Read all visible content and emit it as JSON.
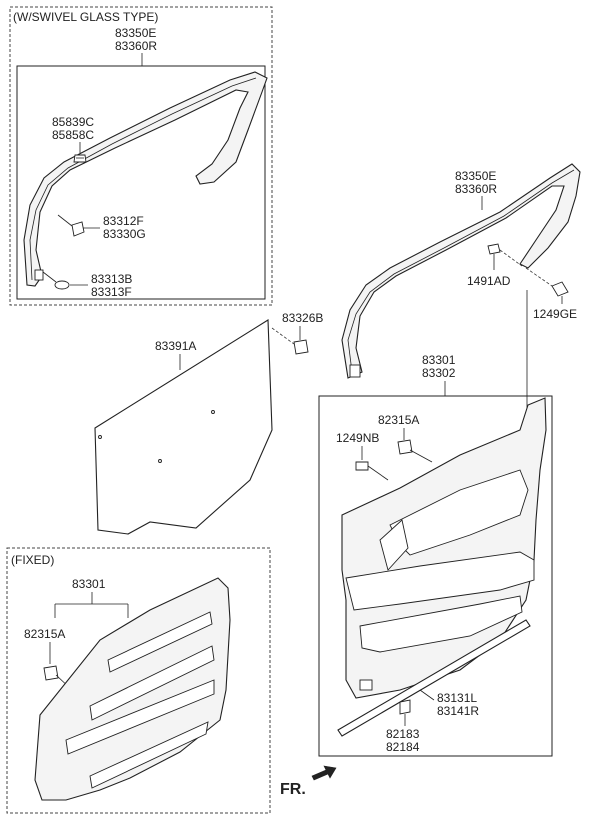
{
  "groups": {
    "swivel_header": "(W/SWIVEL GLASS TYPE)",
    "fixed_header": "(FIXED)"
  },
  "labels": {
    "swivel_molding_a": "83350E",
    "swivel_molding_b": "83360R",
    "clip_a": "85839C",
    "clip_b": "85858C",
    "fastener_a": "83312F",
    "fastener_b": "83330G",
    "grommet_a": "83313B",
    "grommet_b": "83313F",
    "main_molding_a": "83350E",
    "main_molding_b": "83360R",
    "nut": "1491AD",
    "screw": "1249GE",
    "cap": "83326B",
    "glass": "83391A",
    "trim_a": "83301",
    "trim_b": "83302",
    "trim_clip": "82315A",
    "bolt": "1249NB",
    "weatherstrip_a": "83131L",
    "weatherstrip_b": "83141R",
    "retainer_a": "82183",
    "retainer_b": "82184",
    "fixed_trim": "83301",
    "fixed_clip": "82315A",
    "front_marker": "FR."
  }
}
